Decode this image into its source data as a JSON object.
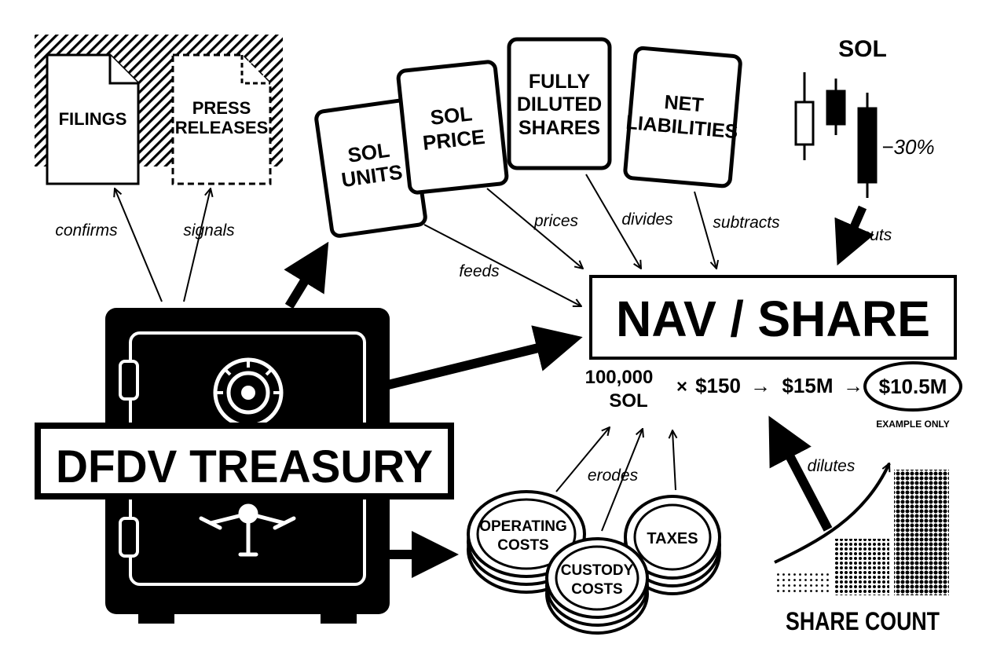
{
  "documents": {
    "filings": [
      "FILINGS"
    ],
    "press_releases": [
      "PRESS",
      "RELEASES"
    ]
  },
  "cards": {
    "sol_units": [
      "SOL",
      "UNITS"
    ],
    "sol_price": [
      "SOL",
      "PRICE"
    ],
    "fully_diluted_shares": [
      "FULLY",
      "DILUTED",
      "SHARES"
    ],
    "net_liabilities": [
      "NET",
      "LIABILITIES"
    ]
  },
  "candles": {
    "title": "SOL",
    "change": "−30%"
  },
  "nav": {
    "title": "NAV / SHARE"
  },
  "equation": {
    "units": [
      "100,000",
      "SOL"
    ],
    "times": "×",
    "price": "$150",
    "arrow": "→",
    "gross": "$15M",
    "net": "$10.5M",
    "note": "EXAMPLE ONLY"
  },
  "treasury": {
    "label": "DFDV TREASURY"
  },
  "coins": {
    "operating": [
      "OPERATING",
      "COSTS"
    ],
    "custody": [
      "CUSTODY",
      "COSTS"
    ],
    "taxes": [
      "TAXES"
    ]
  },
  "share_count": {
    "label": "SHARE COUNT",
    "bars": [
      0.2,
      0.45,
      1.0
    ]
  },
  "edges": {
    "confirms": "confirms",
    "signals": "signals",
    "feeds": "feeds",
    "prices": "prices",
    "divides": "divides",
    "subtracts": "subtracts",
    "cuts": "cuts",
    "erodes": "erodes",
    "dilutes": "dilutes"
  }
}
